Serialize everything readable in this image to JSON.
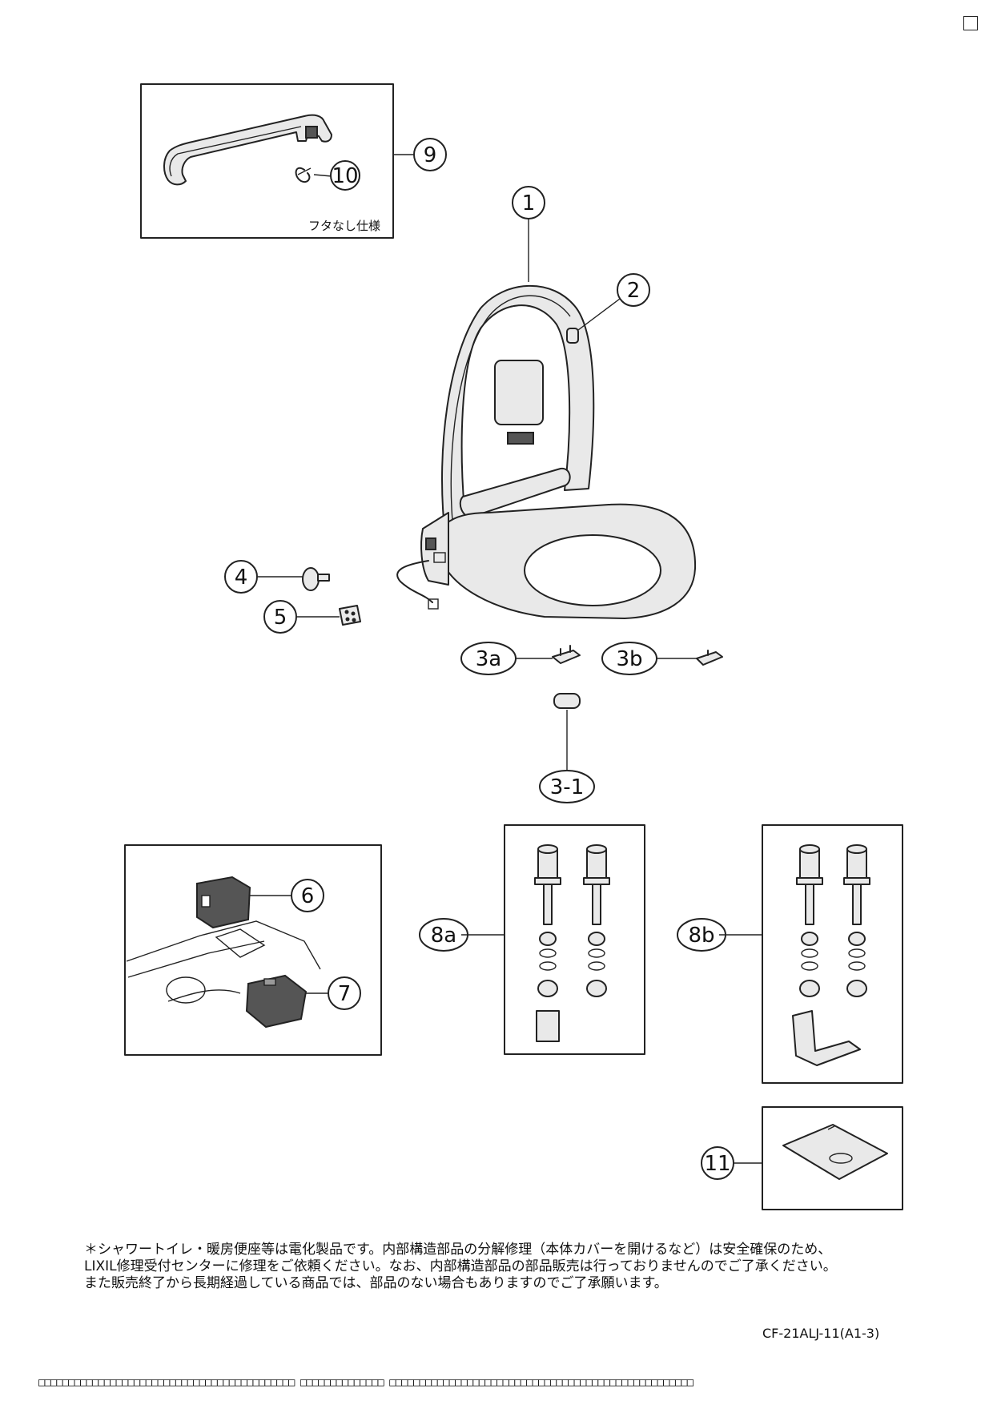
{
  "callouts": {
    "c1": "1",
    "c2": "2",
    "c3a": "3a",
    "c3b": "3b",
    "c3_1": "3-1",
    "c4": "4",
    "c5": "5",
    "c6": "6",
    "c7": "7",
    "c8a": "8a",
    "c8b": "8b",
    "c9": "9",
    "c10": "10",
    "c11": "11"
  },
  "box9_caption": "フタなし仕様",
  "notes": [
    "＊シャワートイレ・暖房便座等は電化製品です。内部構造部品の分解修理（本体カバーを開けるなど）は安全確保のため、",
    "LIXIL修理受付センターに修理をご依頼ください。なお、内部構造部品の部品販売は行っておりませんのでご了承ください。",
    "また販売終了から長期経過している商品では、部品のない場合もありますのでご了承願います。"
  ],
  "model_code": "CF-21ALJ-11(A1-3)",
  "footer_strip": "□□□□□□□□□□□□□□□□□□□□□□□□□□□□□□□□□□□□□□□□□□□ □□□□□□□□□□□□□□ □□□□□□□□□□□□□□□□□□□□□□□□□□□□□□□□□□□□□□□□□□□□□□□□□□□"
}
